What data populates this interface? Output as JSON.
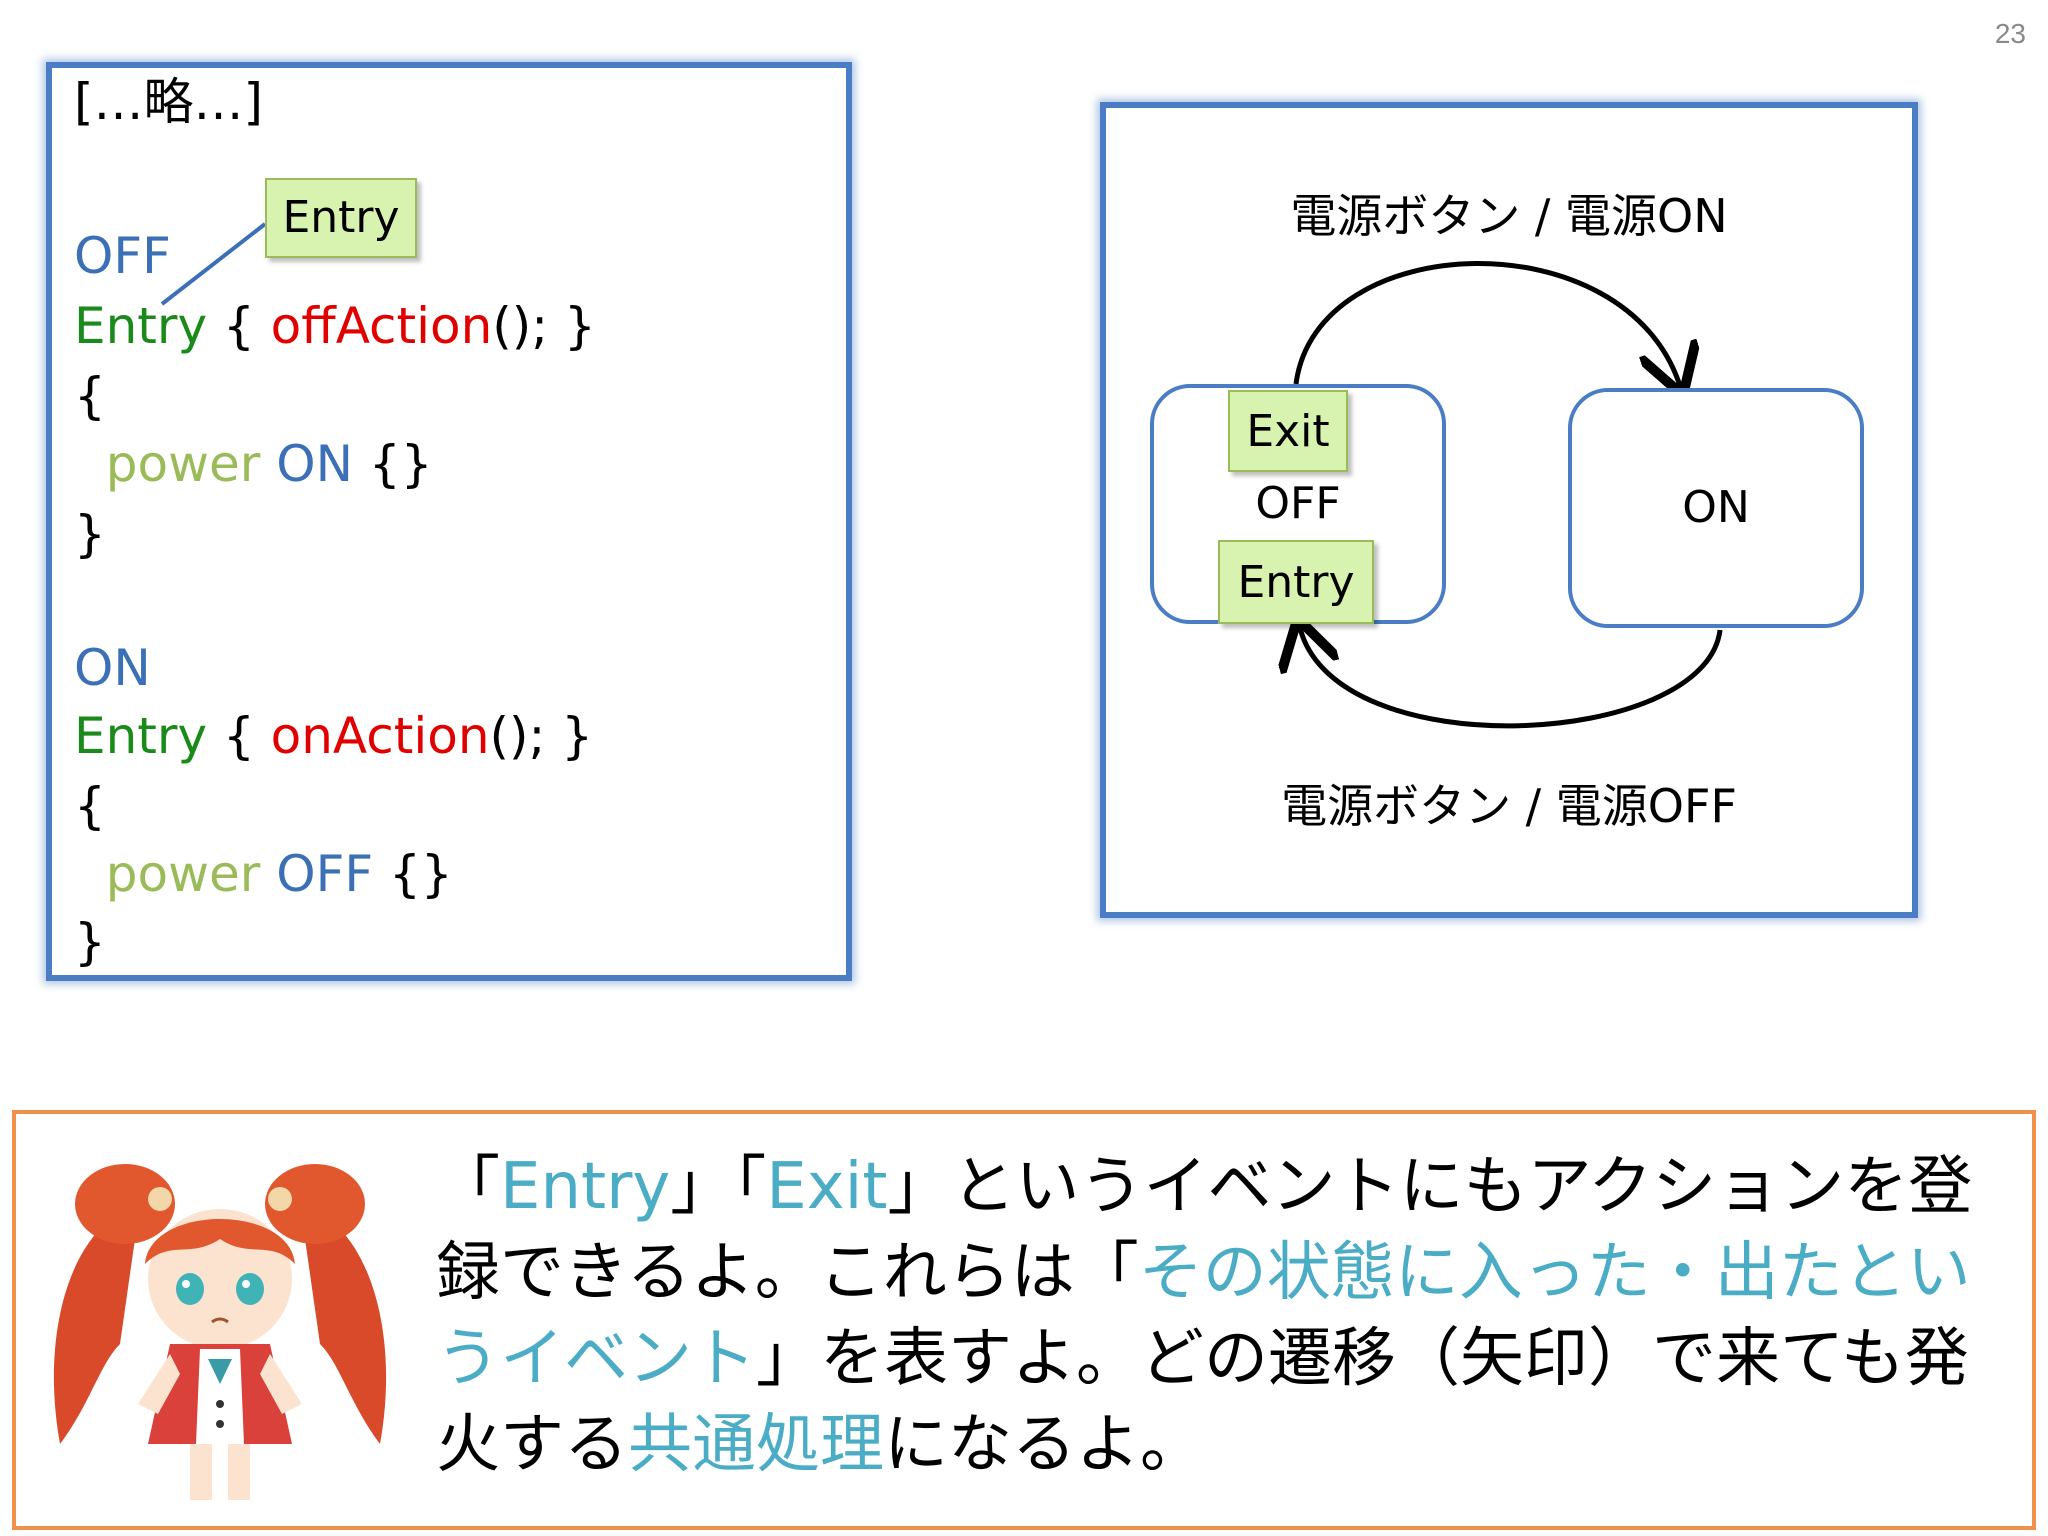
{
  "page_number": "23",
  "code": {
    "ellipsis_line": "[…略…]",
    "callout": "Entry",
    "blocks": [
      {
        "state": "OFF",
        "entry_kw": "Entry",
        "entry_open": " { ",
        "action": "offAction",
        "entry_close": "(); }",
        "open_brace": "{",
        "event": "power",
        "target": "ON",
        "target_body": " {}",
        "close_brace": "}"
      },
      {
        "state": "ON",
        "entry_kw": "Entry",
        "entry_open": " { ",
        "action": "onAction",
        "entry_close": "(); }",
        "open_brace": "{",
        "event": "power",
        "target": "OFF",
        "target_body": " {}",
        "close_brace": "}"
      }
    ]
  },
  "diagram": {
    "top_transition": "電源ボタン / 電源ON",
    "bottom_transition": "電源ボタン / 電源OFF",
    "states": [
      {
        "name": "OFF",
        "exit_tag": "Exit",
        "entry_tag": "Entry"
      },
      {
        "name": "ON"
      }
    ],
    "colors": {
      "state_border": "#4a7dc4",
      "tag_fill": "#d8f2b0",
      "tag_border": "#9bbb59"
    }
  },
  "message": {
    "parts": [
      {
        "text": "「",
        "highlight": false
      },
      {
        "text": "Entry",
        "highlight": true
      },
      {
        "text": "」「",
        "highlight": false
      },
      {
        "text": "Exit",
        "highlight": true
      },
      {
        "text": "」というイベントにもアクションを登録できるよ。これらは「",
        "highlight": false
      },
      {
        "text": "その状態に入った・出たというイベント",
        "highlight": true
      },
      {
        "text": "」を表すよ。どの遷移（矢印）で来ても発火する",
        "highlight": false
      },
      {
        "text": "共通処理",
        "highlight": true
      },
      {
        "text": "になるよ。",
        "highlight": false
      }
    ],
    "colors": {
      "highlight": "#4bacc6",
      "border": "#f0914a"
    }
  }
}
